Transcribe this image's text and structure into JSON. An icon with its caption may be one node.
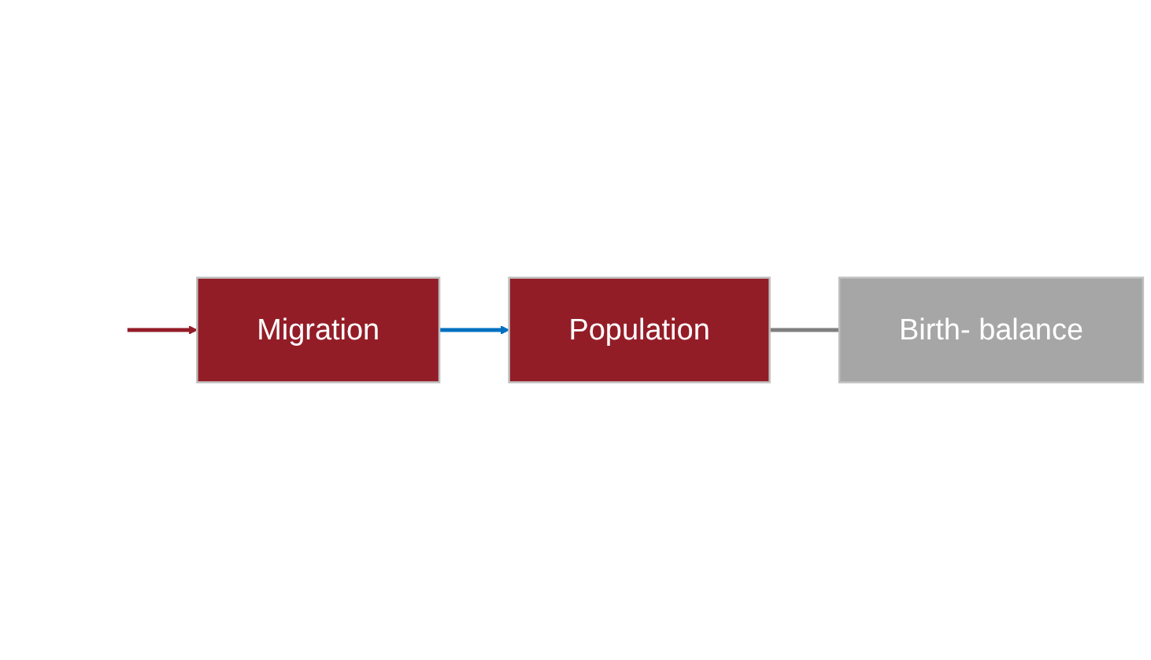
{
  "diagram": {
    "nodes": [
      {
        "text": [
          "Population"
        ]
      },
      {
        "text": [
          "Birth- balance"
        ]
      },
      {
        "text": [
          "Migration"
        ]
      }
    ],
    "edges": [
      {
        "from": 0,
        "to": 1,
        "arrow": "none",
        "color": "#7f7f7f"
      },
      {
        "from": 2,
        "to": 0,
        "arrow": "to",
        "color": "#0070c0"
      },
      {
        "from": null,
        "to": 2,
        "arrow": "to",
        "color": "#931d27"
      }
    ]
  }
}
